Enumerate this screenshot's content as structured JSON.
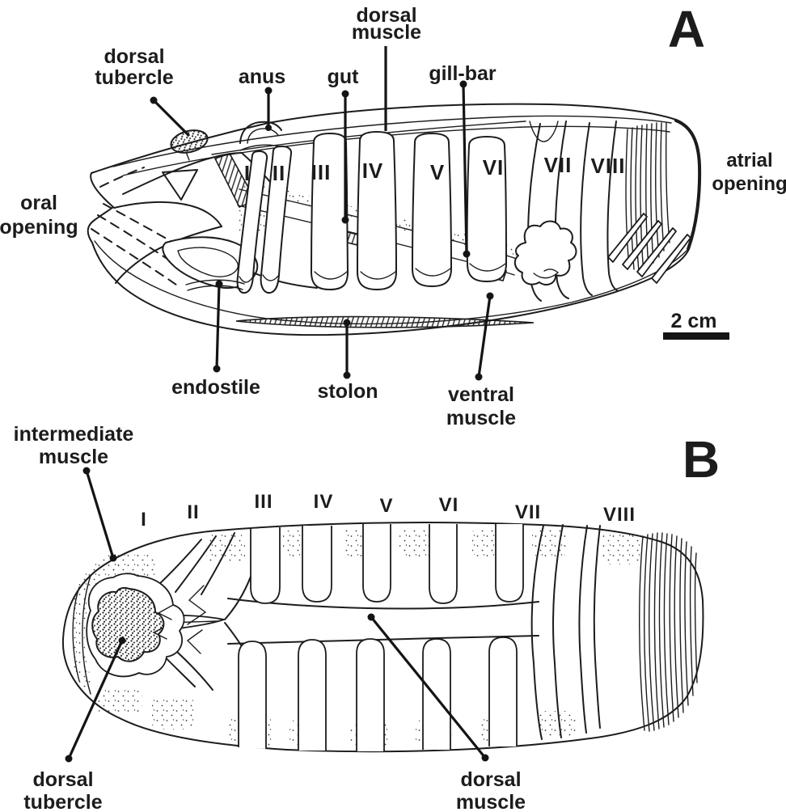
{
  "colors": {
    "ink": "#1c1c1c",
    "background": "#ffffff"
  },
  "panel_a": {
    "letter": "A",
    "scale_bar_label": "2 cm",
    "numerals": [
      "I",
      "II",
      "III",
      "IV",
      "V",
      "VI",
      "VII",
      "VIII"
    ],
    "labels": {
      "dorsal_muscle": [
        "dorsal",
        "muscle"
      ],
      "dorsal_tubercle": [
        "dorsal",
        "tubercle"
      ],
      "anus": "anus",
      "gut": "gut",
      "gill_bar": "gill-bar",
      "atrial_opening": [
        "atrial",
        "opening"
      ],
      "oral_opening": [
        "oral",
        "opening"
      ],
      "endostile": "endostile",
      "stolon": "stolon",
      "ventral_muscle": [
        "ventral",
        "muscle"
      ]
    }
  },
  "panel_b": {
    "letter": "B",
    "numerals": [
      "I",
      "II",
      "III",
      "IV",
      "V",
      "VI",
      "VII",
      "VIII"
    ],
    "labels": {
      "intermediate_muscle": [
        "intermediate",
        "muscle"
      ],
      "dorsal_tubercle": [
        "dorsal",
        "tubercle"
      ],
      "dorsal_muscle": [
        "dorsal",
        "muscle"
      ]
    }
  }
}
